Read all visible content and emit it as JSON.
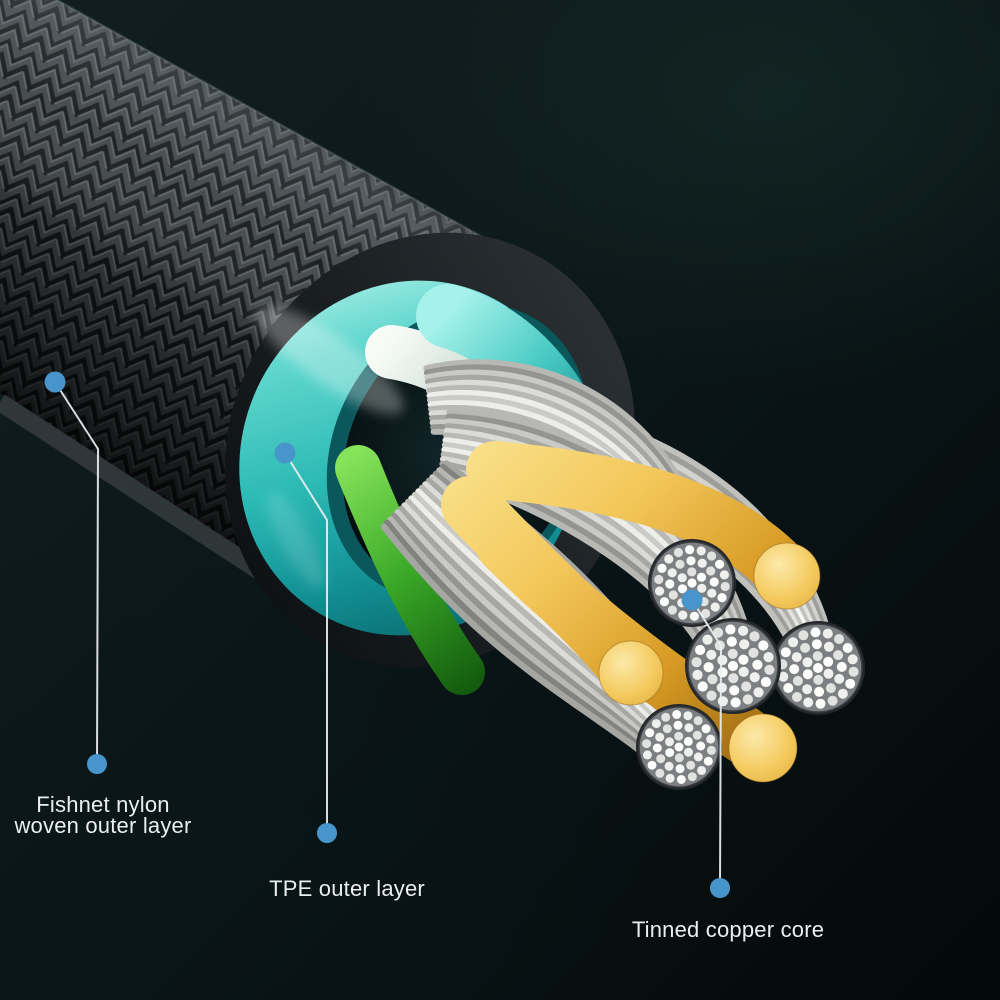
{
  "figure": {
    "description_name": "braided-cable-cutaway-diagram",
    "callouts": [
      {
        "id": "fishnet",
        "line1": "Fishnet nylon",
        "line2": "woven outer layer"
      },
      {
        "id": "tpe",
        "line1": "TPE outer layer",
        "line2": ""
      },
      {
        "id": "copper",
        "line1": "Tinned copper core",
        "line2": ""
      }
    ]
  },
  "colors": {
    "background_top": "#121f21",
    "background_mid": "#0a1517",
    "background_bottom": "#04090b",
    "marker_blue": "#4795ca",
    "leader_line": "#e9eff1",
    "label_text": "#ebeeee",
    "braid_gray": "#3e4346",
    "braid_base": "#141719",
    "tpe_teal": "#2cb9b4",
    "tpe_teal_light": "#b8f4ec",
    "inner_tube_teal": "#46c8c2",
    "wire_white": "#d3e0da",
    "wire_green": "#3aa827",
    "wire_red": "#c62b26",
    "copper_gold": "#f3c75a",
    "copper_gold_deep": "#d79a24",
    "strand_silver": "#efefed",
    "strand_shadow": "#9a9a98",
    "disc_base": "#7d8082"
  }
}
